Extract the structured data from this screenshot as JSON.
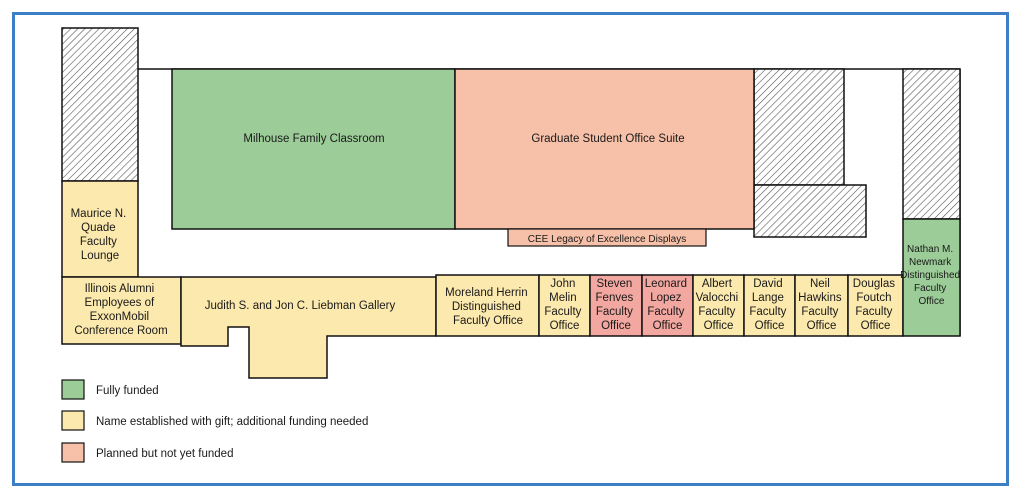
{
  "colors": {
    "funded": "#9ccc98",
    "named": "#fce9ad",
    "planned": "#f7c0a8",
    "planned_office": "#f2a7a0",
    "border": "#3d7fc4"
  },
  "rooms": {
    "classroom": "Milhouse Family Classroom",
    "grad_suite": "Graduate Student Office Suite",
    "displays": "CEE Legacy of Excellence Displays",
    "quade": [
      "Maurice N.",
      "Quade",
      "Faculty",
      "Lounge"
    ],
    "illinois_alumni": [
      "Illinois Alumni",
      "Employees of",
      "ExxonMobil",
      "Conference Room"
    ],
    "liebman": "Judith S. and Jon C. Liebman Gallery",
    "herrin": [
      "Moreland Herrin",
      "Distinguished",
      "Faculty Office"
    ],
    "melin": [
      "John",
      "Melin",
      "Faculty",
      "Office"
    ],
    "fenves": [
      "Steven",
      "Fenves",
      "Faculty",
      "Office"
    ],
    "lopez": [
      "Leonard",
      "Lopez",
      "Faculty",
      "Office"
    ],
    "valocchi": [
      "Albert",
      "Valocchi",
      "Faculty",
      "Office"
    ],
    "lange": [
      "David",
      "Lange",
      "Faculty",
      "Office"
    ],
    "hawkins": [
      "Neil",
      "Hawkins",
      "Faculty",
      "Office"
    ],
    "foutch": [
      "Douglas",
      "Foutch",
      "Faculty",
      "Office"
    ],
    "newmark": [
      "Nathan M.",
      "Newmark",
      "Distinguished",
      "Faculty",
      "Office"
    ]
  },
  "legend": {
    "funded": "Fully funded",
    "named": "Name established with gift; additional funding needed",
    "planned": "Planned but not yet funded"
  }
}
